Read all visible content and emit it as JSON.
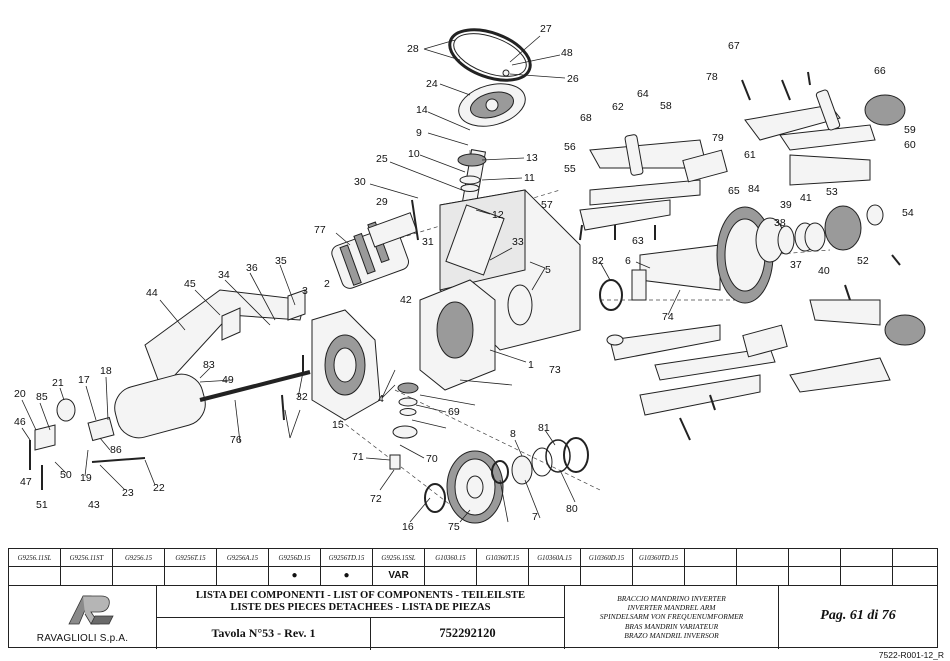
{
  "drawing": {
    "callouts": [
      "1",
      "2",
      "3",
      "4",
      "5",
      "6",
      "7",
      "8",
      "9",
      "10",
      "11",
      "12",
      "13",
      "14",
      "15",
      "16",
      "17",
      "18",
      "19",
      "20",
      "21",
      "22",
      "23",
      "24",
      "25",
      "26",
      "27",
      "28",
      "29",
      "30",
      "31",
      "32",
      "33",
      "34",
      "35",
      "36",
      "37",
      "38",
      "39",
      "40",
      "41",
      "42",
      "43",
      "44",
      "45",
      "46",
      "47",
      "48",
      "49",
      "50",
      "51",
      "52",
      "53",
      "54",
      "55",
      "56",
      "57",
      "58",
      "59",
      "60",
      "61",
      "62",
      "63",
      "64",
      "65",
      "66",
      "67",
      "68",
      "69",
      "70",
      "71",
      "72",
      "73",
      "74",
      "75",
      "76",
      "77",
      "78",
      "79",
      "80",
      "81",
      "82",
      "83",
      "84",
      "85",
      "86"
    ]
  },
  "variants": [
    {
      "code": "G9256.11SL",
      "mark": ""
    },
    {
      "code": "G9256.11ST",
      "mark": ""
    },
    {
      "code": "G9256.15",
      "mark": ""
    },
    {
      "code": "G9256T.15",
      "mark": ""
    },
    {
      "code": "G9256A.15",
      "mark": ""
    },
    {
      "code": "G9256D.15",
      "mark": "●"
    },
    {
      "code": "G9256TD.15",
      "mark": "●"
    },
    {
      "code": "G9256.15SL",
      "mark": "VAR"
    },
    {
      "code": "G10360.15",
      "mark": ""
    },
    {
      "code": "G10360T.15",
      "mark": ""
    },
    {
      "code": "G10360A.15",
      "mark": ""
    },
    {
      "code": "G10360D.15",
      "mark": ""
    },
    {
      "code": "G10360TD.15",
      "mark": ""
    },
    {
      "code": "",
      "mark": ""
    },
    {
      "code": "",
      "mark": ""
    },
    {
      "code": "",
      "mark": ""
    },
    {
      "code": "",
      "mark": ""
    },
    {
      "code": "",
      "mark": ""
    }
  ],
  "title_block": {
    "company": "RAVAGLIOLI S.p.A.",
    "list_title_1": "LISTA DEI COMPONENTI - LIST OF COMPONENTS - TEILEILSTE",
    "list_title_2": "LISTE DES PIECES DETACHEES - LISTA DE PIEZAS",
    "tavola": "Tavola N°53 - Rev. 1",
    "code": "752292120",
    "desc": [
      "BRACCIO MANDRINO INVERTER",
      "INVERTER MANDREL ARM",
      "SPINDELSARM VON FREQUENUMFORMER",
      "BRAS MANDRIN VARIATEUR",
      "BRAZO MANDRIL INVERSOR"
    ],
    "page": "Pag. 61 di 76",
    "doc_ref": "7522-R001-12_R"
  },
  "colors": {
    "line": "#222222",
    "paper": "#ffffff",
    "part_fill": "#f4f4f4",
    "dark_fill": "#9a9a9a"
  }
}
